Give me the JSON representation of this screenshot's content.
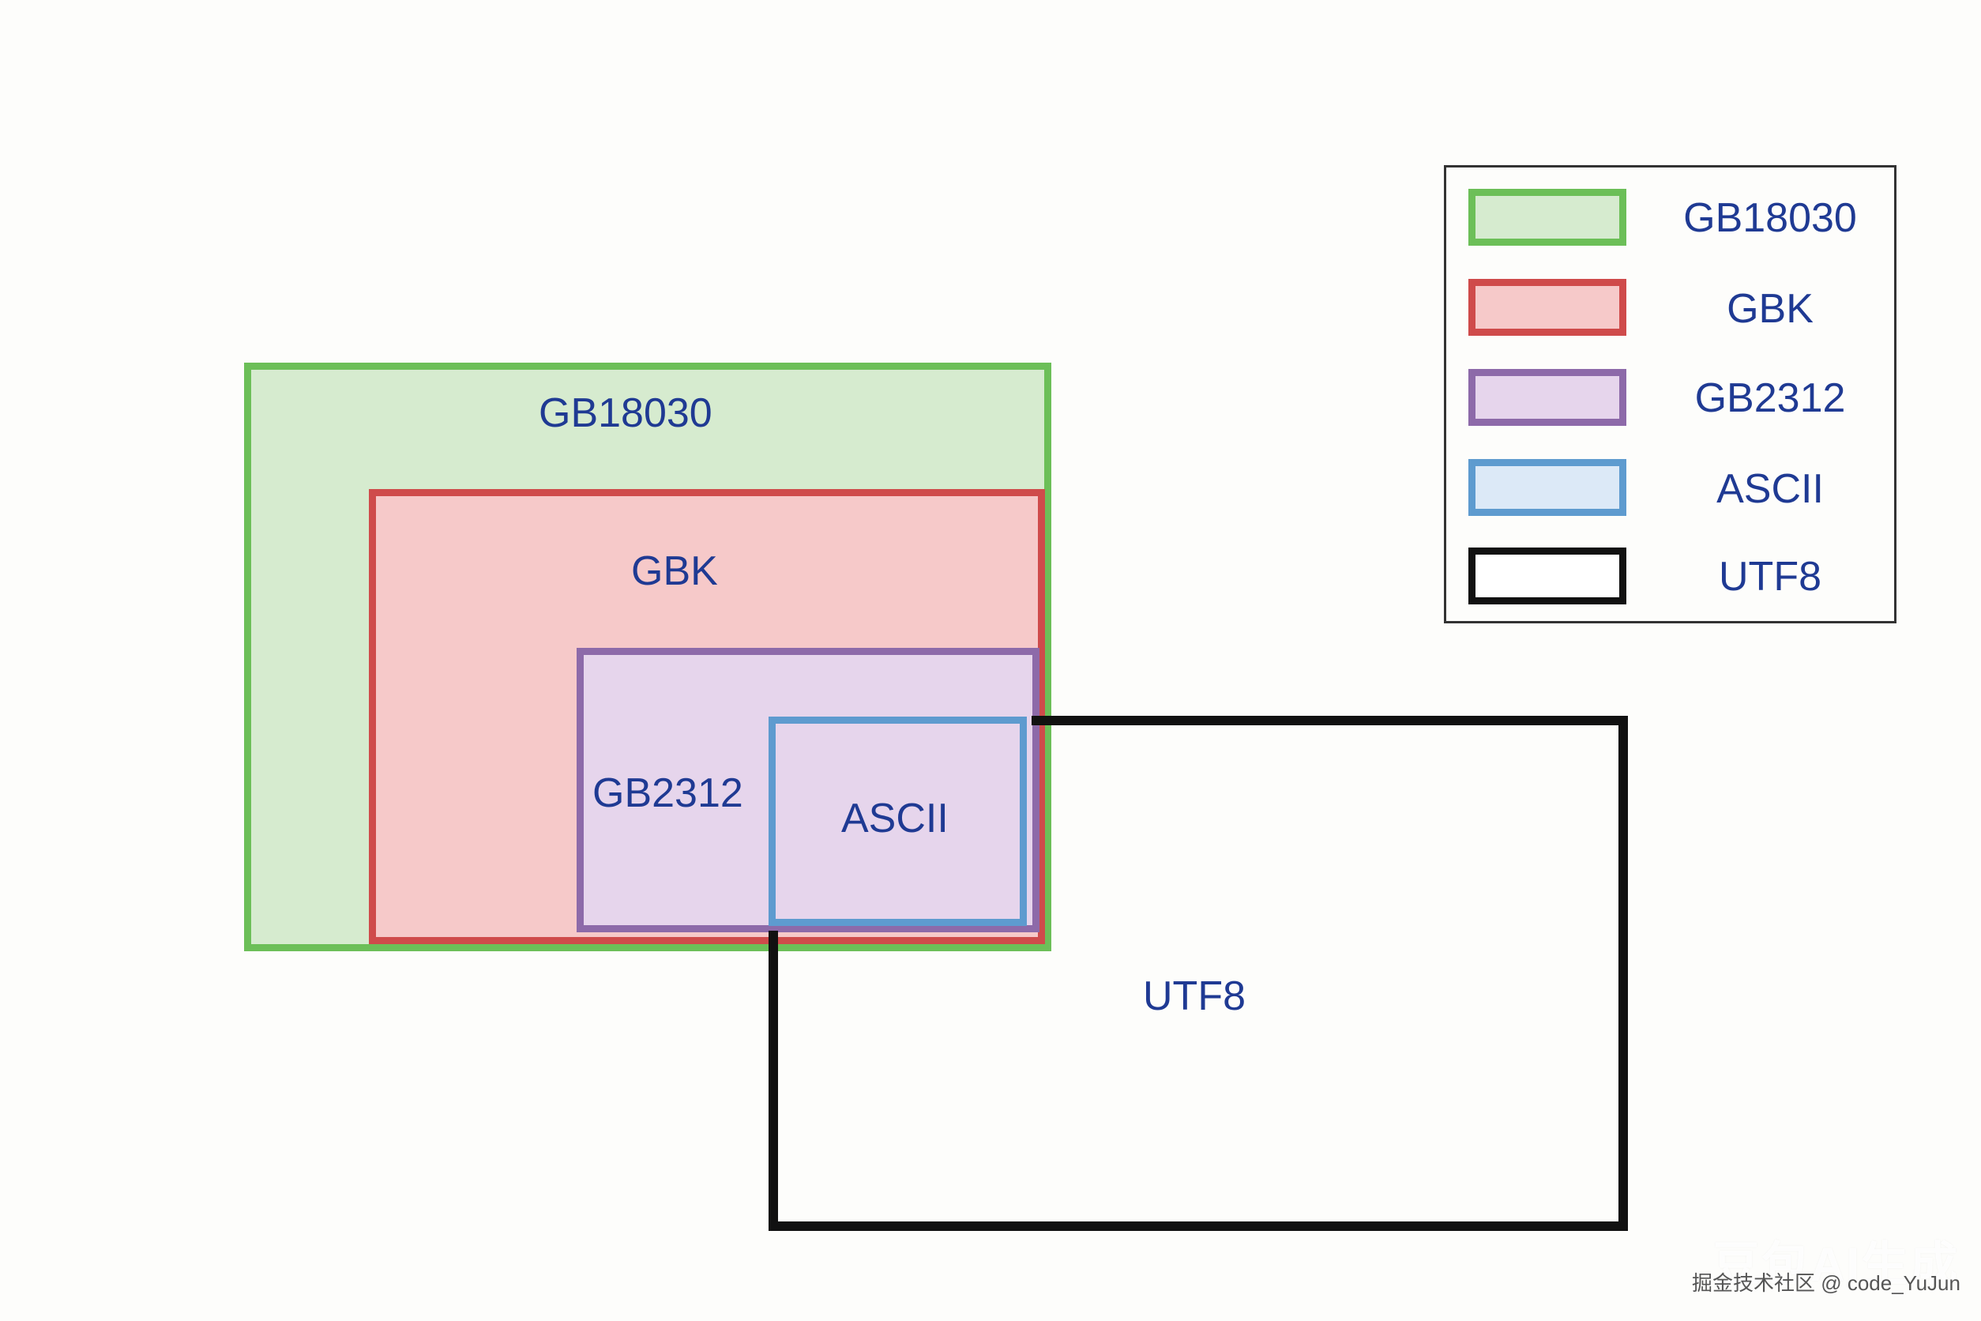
{
  "diagram": {
    "boxes": [
      {
        "id": "gb18030",
        "label": "GB18030"
      },
      {
        "id": "gbk",
        "label": "GBK"
      },
      {
        "id": "gb2312",
        "label": "GB2312"
      },
      {
        "id": "ascii",
        "label": "ASCII"
      },
      {
        "id": "utf8",
        "label": "UTF8"
      }
    ]
  },
  "legend": {
    "items": [
      {
        "label": "GB18030",
        "fill": "#d6ebcf",
        "stroke": "#6cbf58"
      },
      {
        "label": "GBK",
        "fill": "#f6c9c9",
        "stroke": "#cf4b4b"
      },
      {
        "label": "GB2312",
        "fill": "#e6d5ec",
        "stroke": "#8d6aa9"
      },
      {
        "label": "ASCII",
        "fill": "#dce9f7",
        "stroke": "#5e9bcf"
      },
      {
        "label": "UTF8",
        "fill": "#ffffff",
        "stroke": "#111111"
      }
    ]
  },
  "watermark": {
    "logo": "豆包AI生成",
    "credit": "掘金技术社区 @ code_YuJun"
  },
  "colors": {
    "label_text": "#1f3a93",
    "background": "#fdfdfb"
  }
}
